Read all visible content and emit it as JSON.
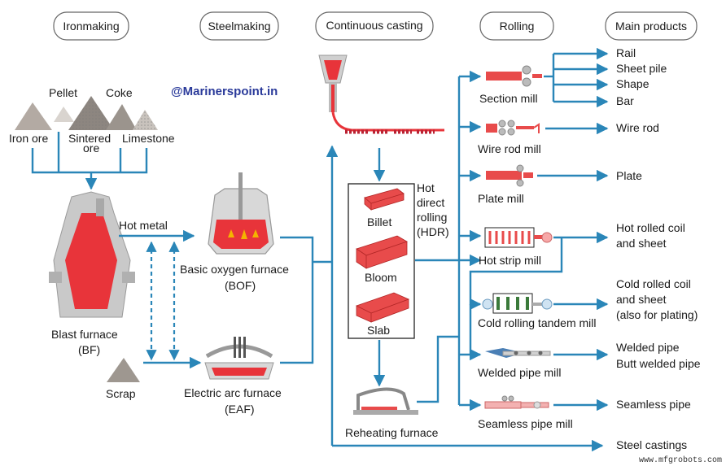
{
  "headers": {
    "ironmaking": "Ironmaking",
    "steelmaking": "Steelmaking",
    "continuous_casting": "Continuous casting",
    "rolling": "Rolling",
    "main_products": "Main products"
  },
  "watermark": "@Marinerspoint.in",
  "source_watermark": "www.mfgrobots.com",
  "raw_materials": {
    "pellet": "Pellet",
    "coke": "Coke",
    "iron_ore": "Iron ore",
    "sintered_ore_1": "Sintered",
    "sintered_ore_2": "ore",
    "limestone": "Limestone"
  },
  "ironmaking": {
    "blast_furnace": "Blast furnace",
    "bf_abbr": "(BF)",
    "scrap": "Scrap",
    "hot_metal": "Hot metal"
  },
  "steelmaking": {
    "bof": "Basic oxygen furnace",
    "bof_abbr": "(BOF)",
    "eaf": "Electric arc furnace",
    "eaf_abbr": "(EAF)"
  },
  "casting": {
    "billet": "Billet",
    "bloom": "Bloom",
    "slab": "Slab",
    "hdr_1": "Hot",
    "hdr_2": "direct",
    "hdr_3": "rolling",
    "hdr_4": "(HDR)",
    "reheating": "Reheating furnace"
  },
  "mills": {
    "section": "Section mill",
    "wire_rod": "Wire rod mill",
    "plate": "Plate mill",
    "hot_strip": "Hot strip mill",
    "cold_tandem": "Cold rolling tandem mill",
    "welded_pipe": "Welded pipe mill",
    "seamless_pipe": "Seamless pipe mill"
  },
  "products": {
    "rail": "Rail",
    "sheet_pile": "Sheet pile",
    "shape": "Shape",
    "bar": "Bar",
    "wire_rod": "Wire rod",
    "plate": "Plate",
    "hot_coil_1": "Hot rolled coil",
    "hot_coil_2": "and sheet",
    "cold_coil_1": "Cold rolled coil",
    "cold_coil_2": "and sheet",
    "cold_coil_3": "(also for plating)",
    "welded_pipe": "Welded pipe",
    "butt_welded_pipe": "Butt welded pipe",
    "seamless_pipe": "Seamless pipe",
    "steel_castings": "Steel castings"
  },
  "colors": {
    "flow": "#2a86b8",
    "molten": "#e8343a",
    "furnace_gray": "#c8c8c8",
    "watermark": "#2a3a9a"
  }
}
